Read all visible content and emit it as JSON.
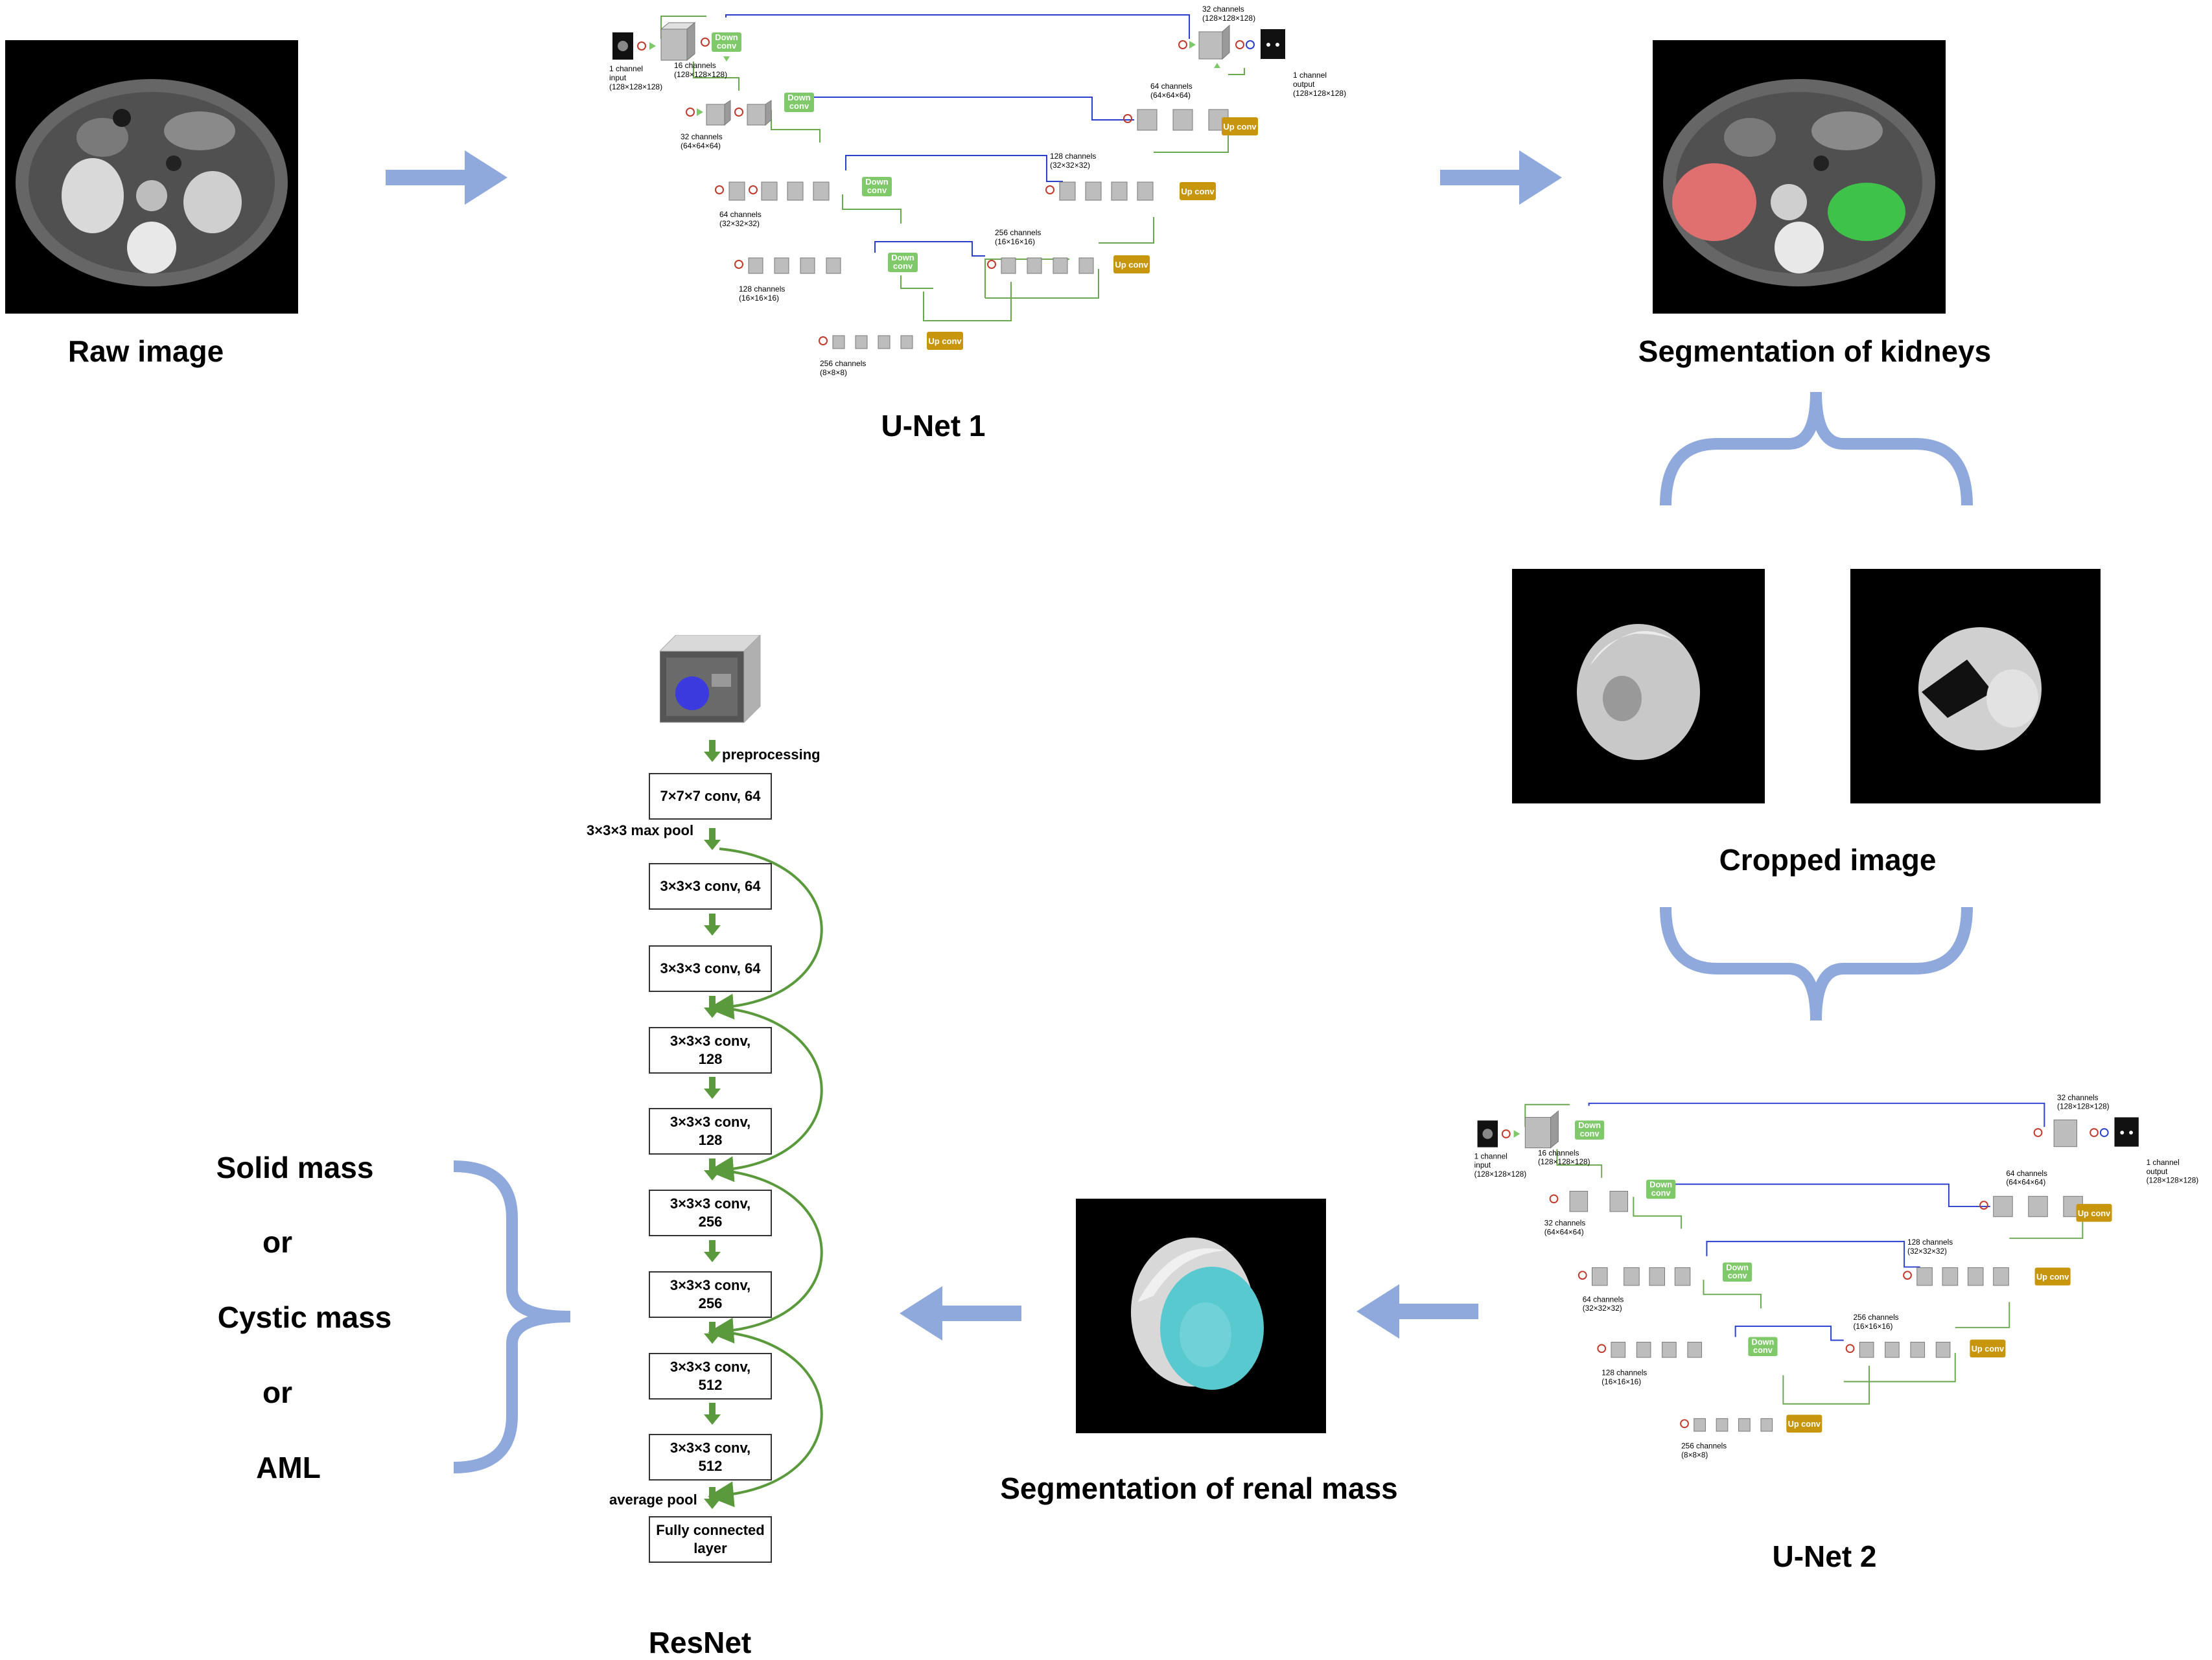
{
  "labels": {
    "raw_image": "Raw image",
    "unet1": "U-Net 1",
    "seg_kidneys": "Segmentation of kidneys",
    "cropped_image": "Cropped image",
    "unet2": "U-Net 2",
    "seg_renal_mass": "Segmentation of renal mass",
    "resnet": "ResNet"
  },
  "outcomes": [
    "Solid mass",
    "or",
    "Cystic mass",
    "or",
    "AML"
  ],
  "resnet": {
    "preprocessing": "preprocessing",
    "max_pool": "3×3×3 max pool",
    "average_pool": "average pool",
    "layers": [
      "7×7×7 conv, 64",
      "3×3×3 conv, 64",
      "3×3×3 conv, 64",
      "3×3×3 conv,\n128",
      "3×3×3 conv,\n128",
      "3×3×3 conv,\n256",
      "3×3×3 conv,\n256",
      "3×3×3 conv,\n512",
      "3×3×3 conv,\n512",
      "Fully connected\nlayer"
    ]
  },
  "unet": {
    "down_label": "Down conv",
    "up_label": "Up conv",
    "input_label": "1 channel input (128×128×128)",
    "output_label": "1 channel output (128×128×128)",
    "encoder_labels": [
      "16 channels (128×128×128)",
      "32 channels (64×64×64)",
      "64 channels (32×32×32)",
      "128 channels (16×16×16)",
      "256 channels (8×8×8)"
    ],
    "decoder_labels": [
      "32 channels (128×128×128)",
      "64 channels (64×64×64)",
      "128 channels (32×32×32)",
      "256 channels (16×16×16)"
    ]
  },
  "colors": {
    "arrow_blue": "#8fa9dc",
    "brace_blue": "#8fa9dc",
    "down_green": "#7fc96a",
    "up_gold": "#c8960c",
    "resnet_green": "#5a9a3c",
    "unet_line_green": "#6aa84f",
    "unet_line_blue": "#2b3fcf",
    "kidney_red": "#e07070",
    "kidney_green": "#3fc24a",
    "mass_cyan": "#57c9cf",
    "resnet_cube_blue": "#3a3adf"
  },
  "icons": [
    "arrow-right-icon",
    "arrow-left-icon",
    "brace-icon",
    "unet-diagram-icon",
    "ct-scan-icon"
  ]
}
